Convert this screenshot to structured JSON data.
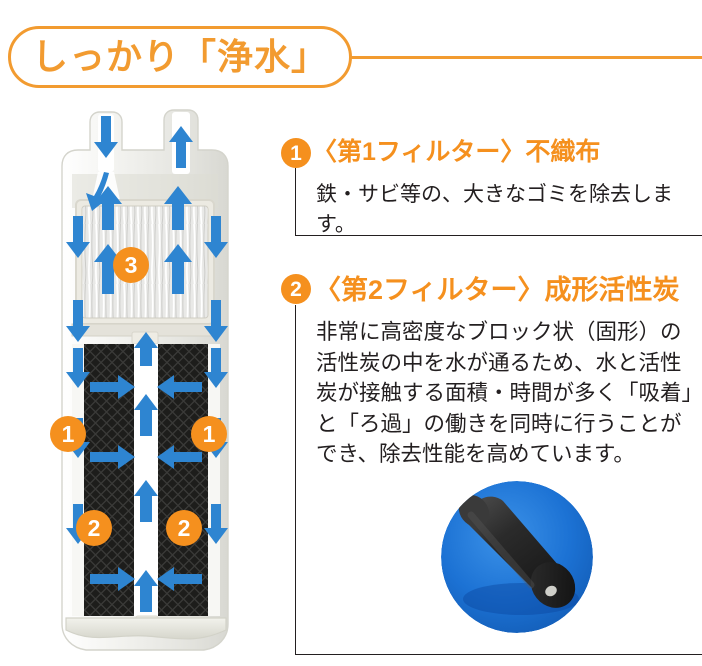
{
  "title": {
    "text": "しっかり「浄水」"
  },
  "colors": {
    "orange": "#F5901E",
    "title_orange": "#F29B30",
    "arrow_blue": "#2E85D1",
    "carbon_black": "#231f20",
    "photo_blue": "#1C6FD0",
    "text_black": "#231f20"
  },
  "sections": [
    {
      "badge": "1",
      "heading": "〈第1フィルター〉不織布",
      "body": "鉄・サビ等の、大きなゴミを除去します。"
    },
    {
      "badge": "2",
      "heading": "〈第2フィルター〉成形活性炭",
      "body": "非常に高密度なブロック状（固形）の活性炭の中を水が通るため、水と活性炭が接触する面積・時間が多く「吸着」と「ろ過」の働きを同時に行うことができ、除去性能を高めています。"
    }
  ],
  "diagram": {
    "name": "water-filter-cutaway",
    "badges": [
      {
        "label": "3",
        "position": "non-woven-fabric-core"
      },
      {
        "label": "1",
        "position": "carbon-block-left-upper"
      },
      {
        "label": "1",
        "position": "carbon-block-right-upper"
      },
      {
        "label": "2",
        "position": "carbon-block-left-lower"
      },
      {
        "label": "2",
        "position": "carbon-block-right-lower"
      }
    ],
    "inlet": "water-inlet-down-arrow",
    "outlet": "water-outlet-up-arrow"
  },
  "photo": {
    "caption_none": "",
    "subject": "molded-activated-carbon-block-cylinder"
  }
}
